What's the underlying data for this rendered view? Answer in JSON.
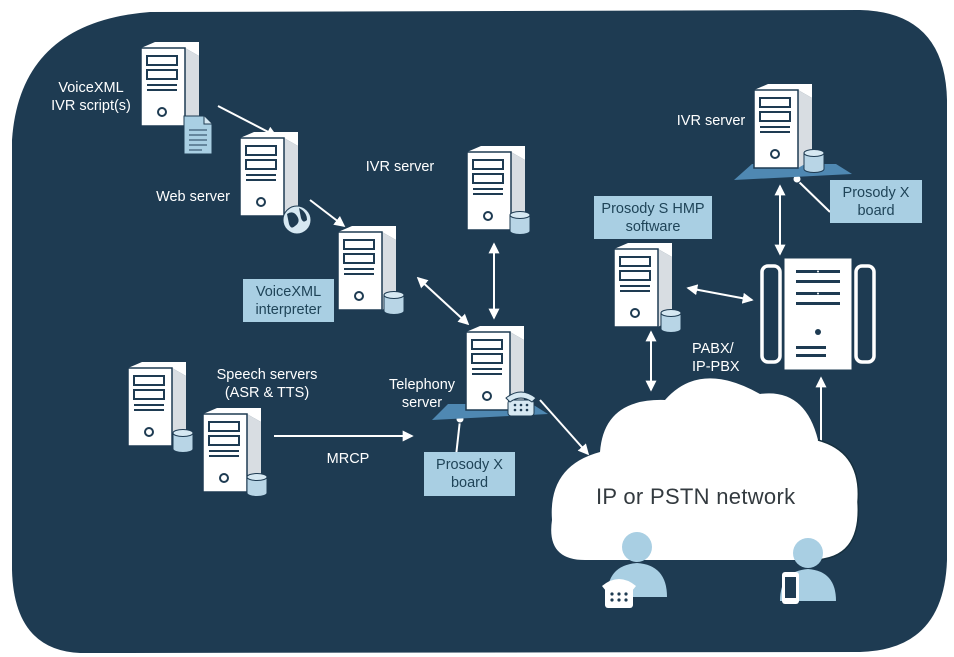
{
  "diagram": {
    "colors": {
      "background": "#1e3b52",
      "server_body": "#ffffff",
      "server_outline": "#1e3b52",
      "accent_blue": "#a9cfe3",
      "board_blue": "#4f88b2",
      "cloud": "#ffffff",
      "cloud_text": "#333a3f"
    },
    "nodes": {
      "voicexml_scripts": "VoiceXML\nIVR script(s)",
      "web_server": "Web server",
      "ivr_server_mid": "IVR server",
      "voicexml_interpreter": "VoiceXML\ninterpreter",
      "speech_servers": "Speech servers\n(ASR & TTS)",
      "mrcp": "MRCP",
      "telephony_server": "Telephony\nserver",
      "prosody_x_board_mid": "Prosody X\nboard",
      "prosody_s_hmp": "Prosody S HMP\nsoftware",
      "ivr_server_right": "IVR server",
      "prosody_x_board_right": "Prosody X\nboard",
      "pabx": "PABX/\nIP-PBX",
      "network": "IP or PSTN network"
    },
    "icons": [
      "server-icon",
      "document-icon",
      "globe-icon",
      "database-icon",
      "telephone-icon",
      "person-icon",
      "mobile-phone-icon",
      "cloud-icon",
      "pabx-rack-icon"
    ]
  }
}
